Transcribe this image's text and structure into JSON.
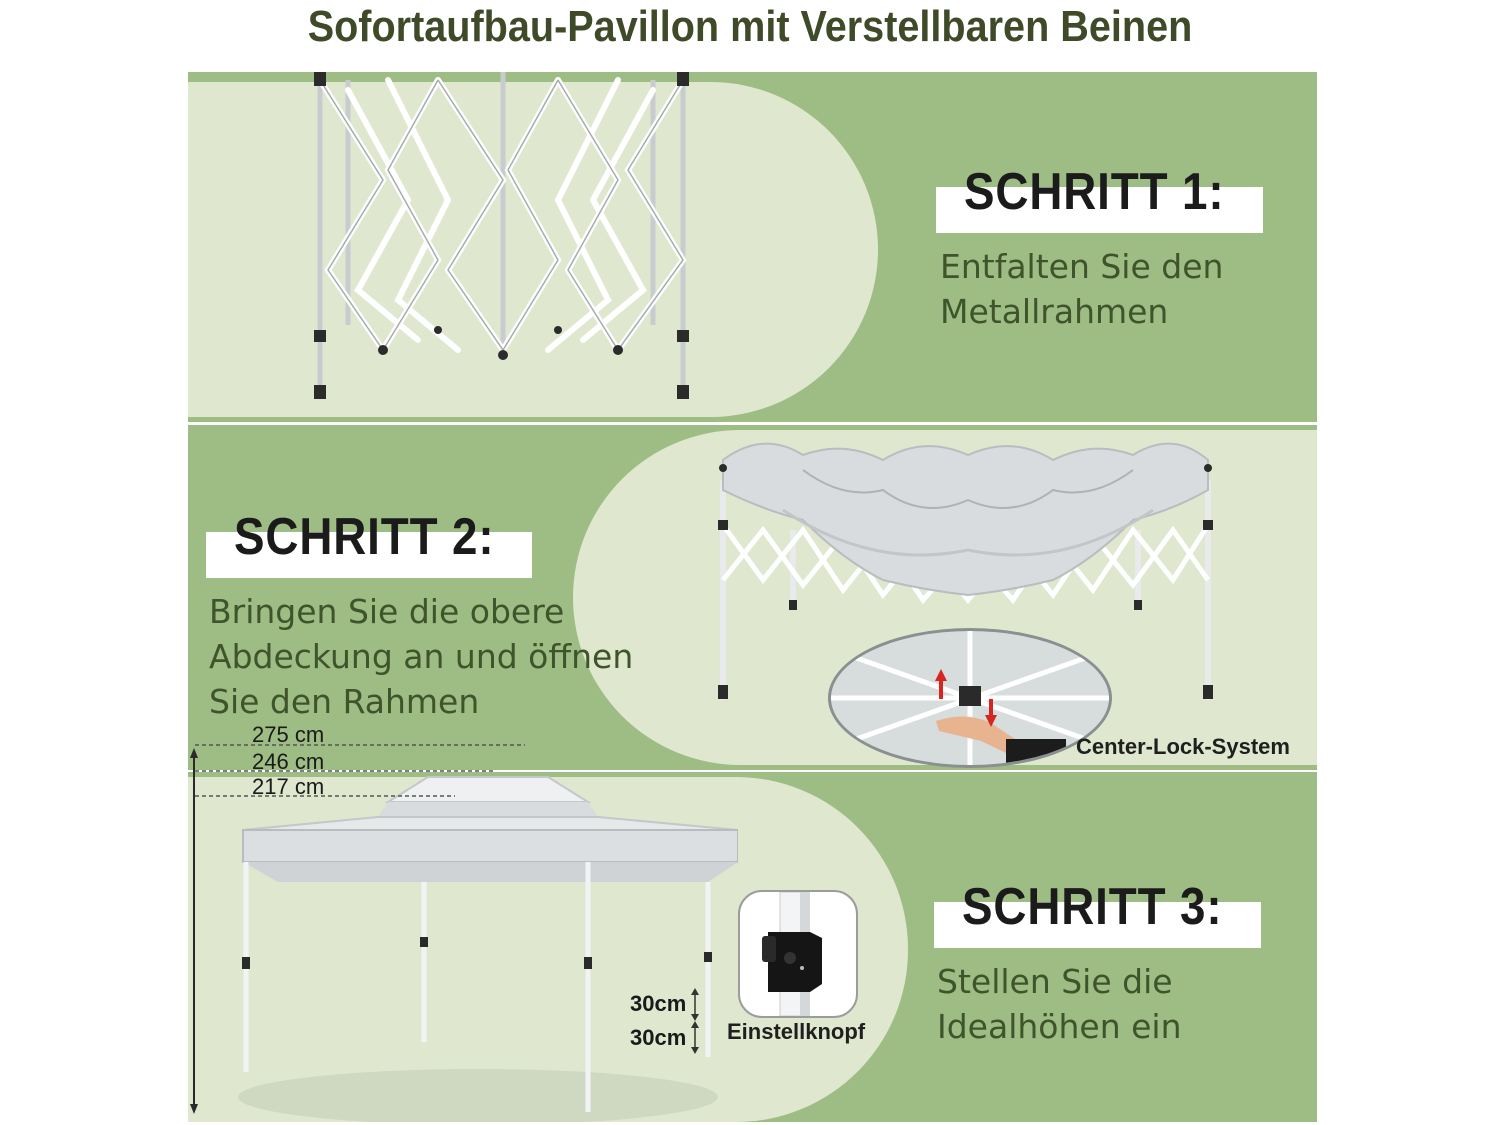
{
  "title": "Sofortaufbau-Pavillon mit Verstellbaren Beinen",
  "steps": [
    {
      "label": "SCHRITT 1:",
      "description": "Entfalten Sie den\nMetallrahmen"
    },
    {
      "label": "SCHRITT 2:",
      "description": "Bringen Sie die obere\nAbdeckung an und öffnen\nSie den Rahmen"
    },
    {
      "label": "SCHRITT 3:",
      "description": "Stellen Sie die\nIdealhöhen ein"
    }
  ],
  "center_lock_caption": "Center-Lock-System",
  "dimensions": {
    "h1": "275 cm",
    "h2": "246 cm",
    "h3": "217 cm",
    "leg1": "30cm",
    "leg2": "30cm"
  },
  "knob_caption": "Einstellknopf",
  "colors": {
    "panel_green": "#9dbd84",
    "lobe_green": "#dfe8cf",
    "title_green": "#3f4a29",
    "desc_green": "#40542c"
  }
}
